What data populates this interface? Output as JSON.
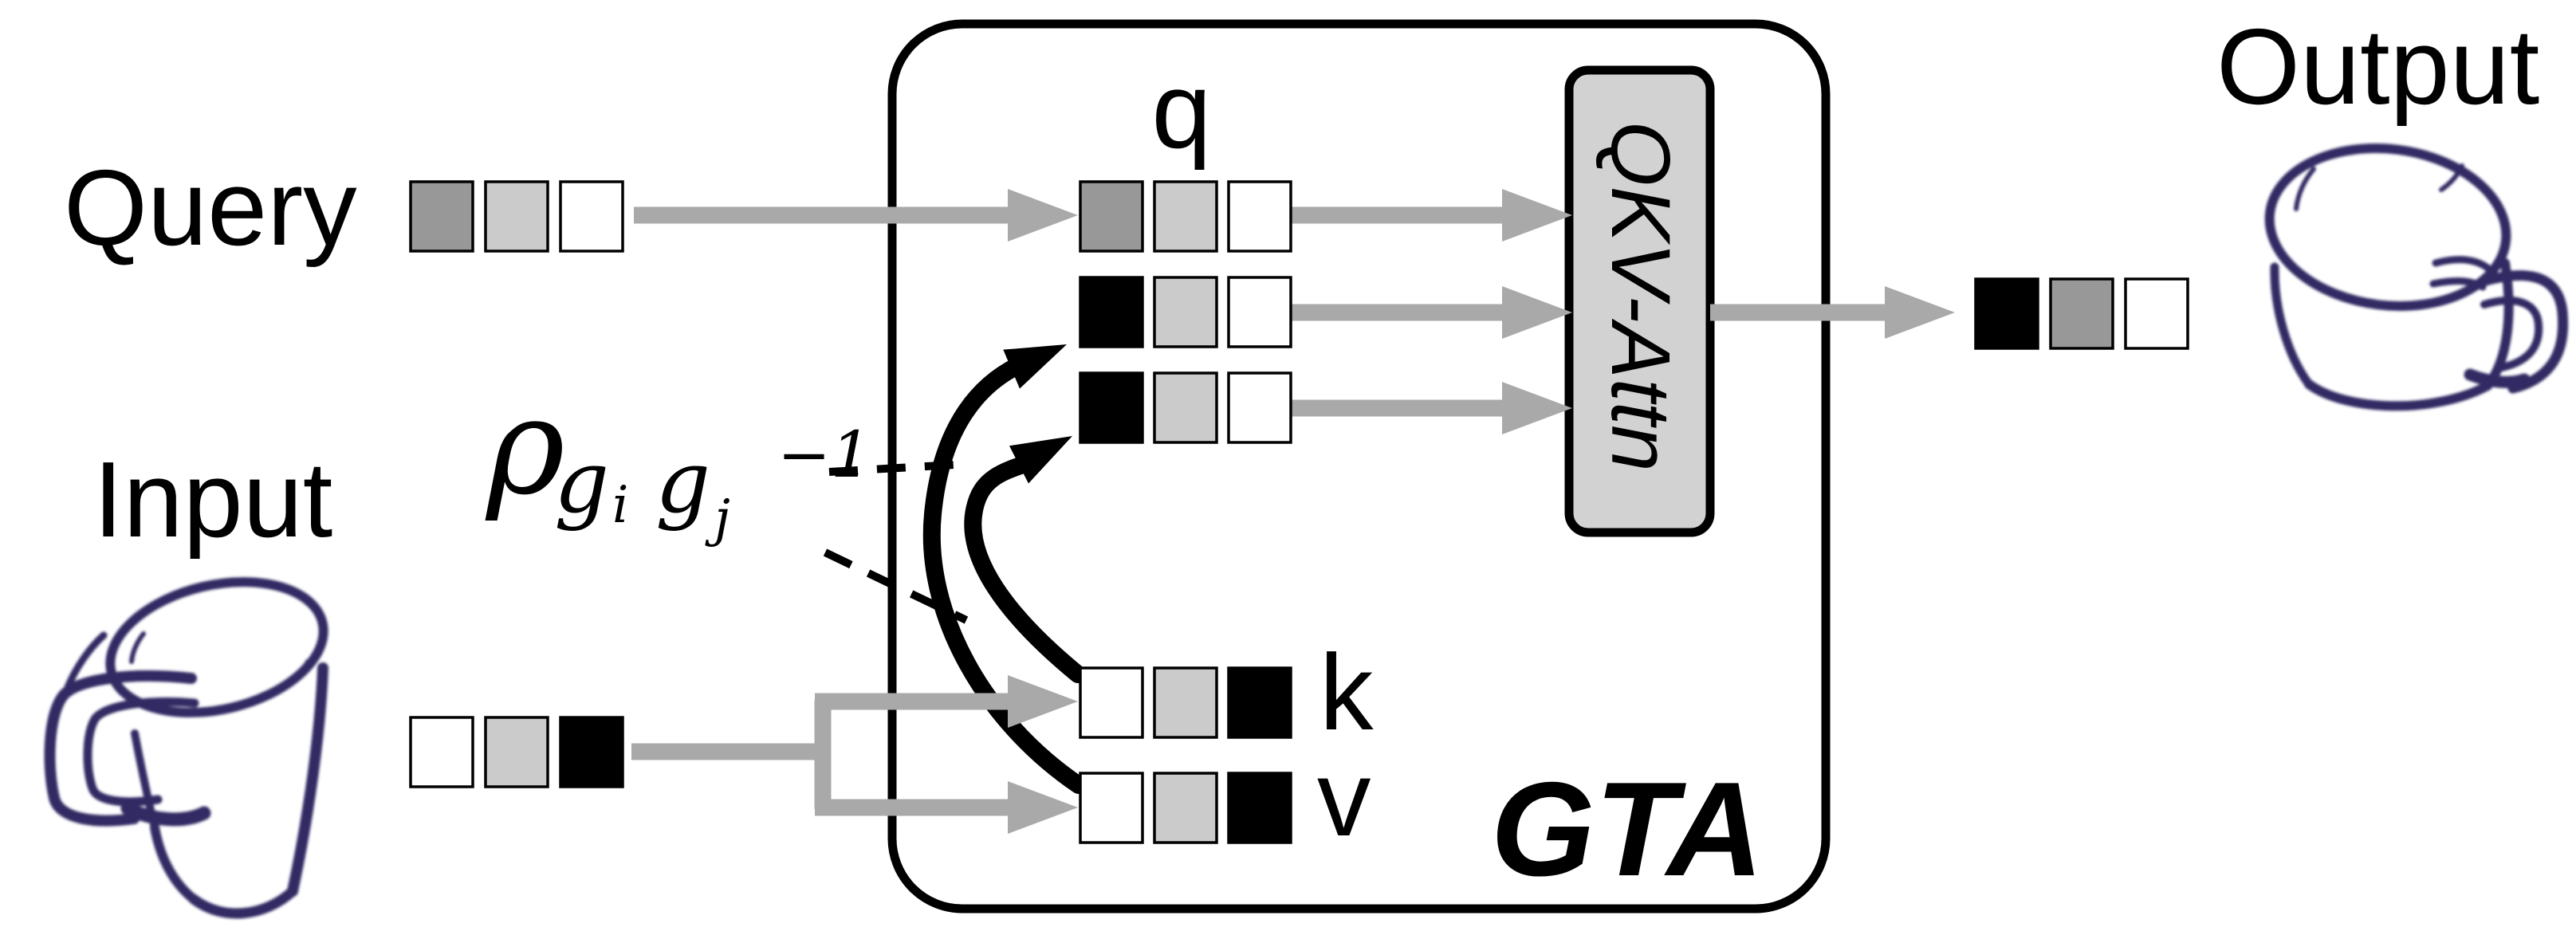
{
  "diagram": {
    "title": "GTA attention block diagram",
    "labels": {
      "query": "Query",
      "input": "Input",
      "output": "Output",
      "q": "q",
      "k": "k",
      "v": "v",
      "gta": "GTA",
      "qkv_attn": "QKV-Attn"
    },
    "math": {
      "rho": "ρ",
      "g1": "g",
      "g1_sub": "i",
      "g2": "g",
      "g2_sub": "j",
      "exponent": "−1"
    },
    "colors": {
      "white": "#ffffff",
      "light_gray": "#cbcbcb",
      "mid_gray": "#989898",
      "black": "#000000",
      "arrow_gray": "#a9a9a9",
      "box_fill": "#d2d2d2",
      "box_stroke": "#000000",
      "ink": "#302a63"
    },
    "tokens": {
      "query_tokens": [
        "mid_gray",
        "light_gray",
        "white"
      ],
      "q_row": [
        "mid_gray",
        "light_gray",
        "white"
      ],
      "row2": [
        "black",
        "light_gray",
        "white"
      ],
      "row3": [
        "black",
        "light_gray",
        "white"
      ],
      "input_tokens": [
        "white",
        "light_gray",
        "black"
      ],
      "k_row": [
        "white",
        "light_gray",
        "black"
      ],
      "v_row": [
        "white",
        "light_gray",
        "black"
      ],
      "output_tokens": [
        "black",
        "mid_gray",
        "white"
      ]
    }
  }
}
